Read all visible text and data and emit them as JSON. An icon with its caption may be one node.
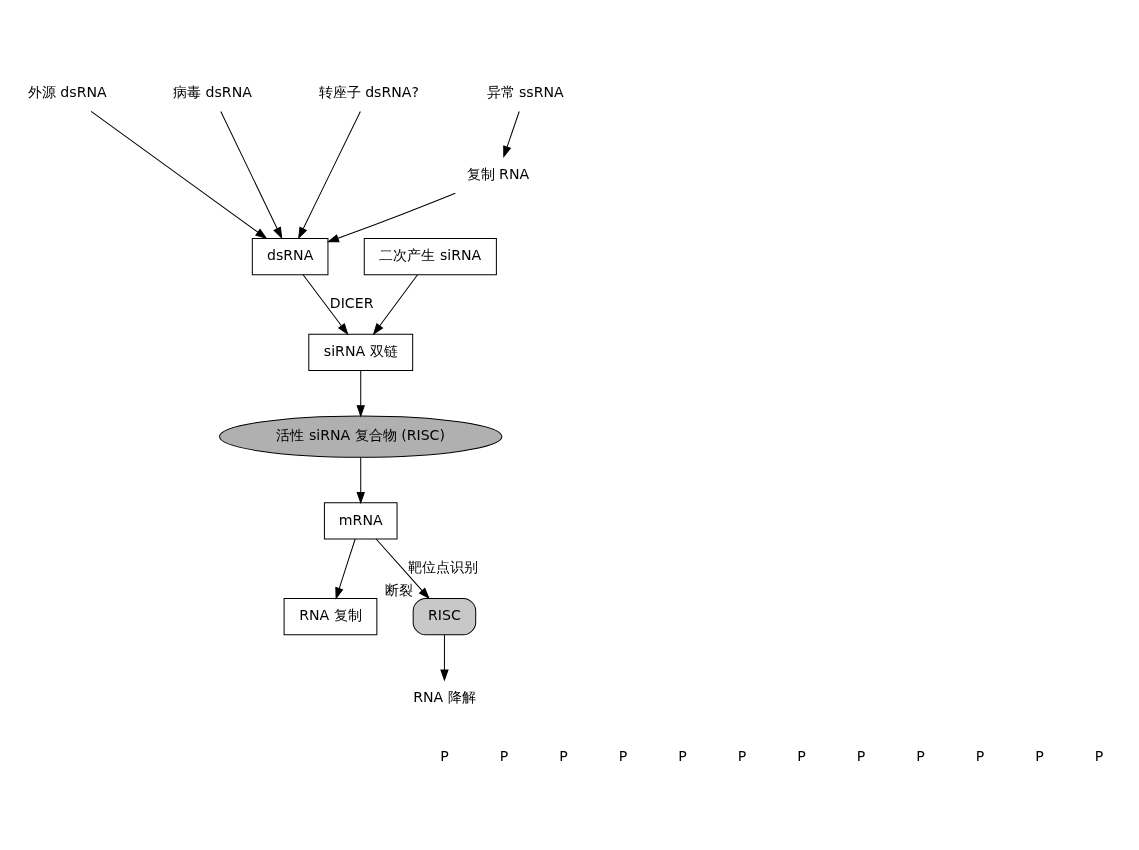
{
  "diagram": {
    "nodes": [
      {
        "text": [
          "外源 dsRNA"
        ]
      },
      {
        "text": [
          "病毒 dsRNA"
        ]
      },
      {
        "text": [
          "转座子 dsRNA?"
        ]
      },
      {
        "text": [
          "异常 ssRNA"
        ]
      },
      {
        "text": [
          "复制 RNA"
        ]
      },
      {
        "text": [
          "dsRNA"
        ]
      },
      {
        "text": [
          "siRNA 双链"
        ]
      },
      {
        "text": [
          "活性 siRNA 复合物 (RISC)"
        ]
      },
      {
        "text": [
          "mRNA"
        ]
      },
      {
        "text": [
          "RNA 复制"
        ]
      },
      {
        "text": [
          "RISC"
        ],
        "beside": [
          "断裂"
        ]
      },
      {
        "text": [
          "二次产生 siRNA"
        ]
      },
      {
        "text": [
          "RNA 降解"
        ]
      }
    ],
    "edges": [
      {
        "from": 0,
        "to": 5,
        "arrow": "to"
      },
      {
        "from": 1,
        "to": 5,
        "arrow": "to"
      },
      {
        "from": 2,
        "to": 5,
        "arrow": "to"
      },
      {
        "from": 3,
        "to": 4,
        "arrow": "to"
      },
      {
        "from": 4,
        "to": 5,
        "arrow": "to"
      },
      {
        "from": 5,
        "to": 6,
        "arrow": "to",
        "label": "DICER"
      },
      {
        "from": 6,
        "to": 7,
        "arrow": "to"
      },
      {
        "from": 7,
        "to": 8,
        "arrow": "to"
      },
      {
        "from": 8,
        "to": 9,
        "arrow": "to"
      },
      {
        "from": 8,
        "to": 10,
        "arrow": "to",
        "label": "靶位点识别"
      },
      {
        "from": 11,
        "to": 6,
        "arrow": "to"
      },
      {
        "from": 10,
        "to": 12,
        "arrow": "to"
      }
    ],
    "labels": [
      "P",
      "P",
      "P",
      "P",
      "P",
      "P",
      "P",
      "P",
      "P",
      "P",
      "P",
      "P"
    ]
  }
}
